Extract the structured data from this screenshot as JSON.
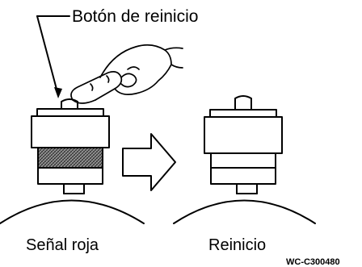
{
  "diagram": {
    "callout_label": "Botón de reinicio",
    "left_caption": "Señal roja",
    "right_caption": "Reinicio",
    "figure_code": "WC-C300480",
    "arrow_direction": "right",
    "icons": [
      "hand-icon",
      "reset-button-icon",
      "arrow-right-icon"
    ],
    "colors": {
      "ink": "#000000",
      "background": "#ffffff",
      "red_signal_band": "#6e6e6e"
    }
  }
}
